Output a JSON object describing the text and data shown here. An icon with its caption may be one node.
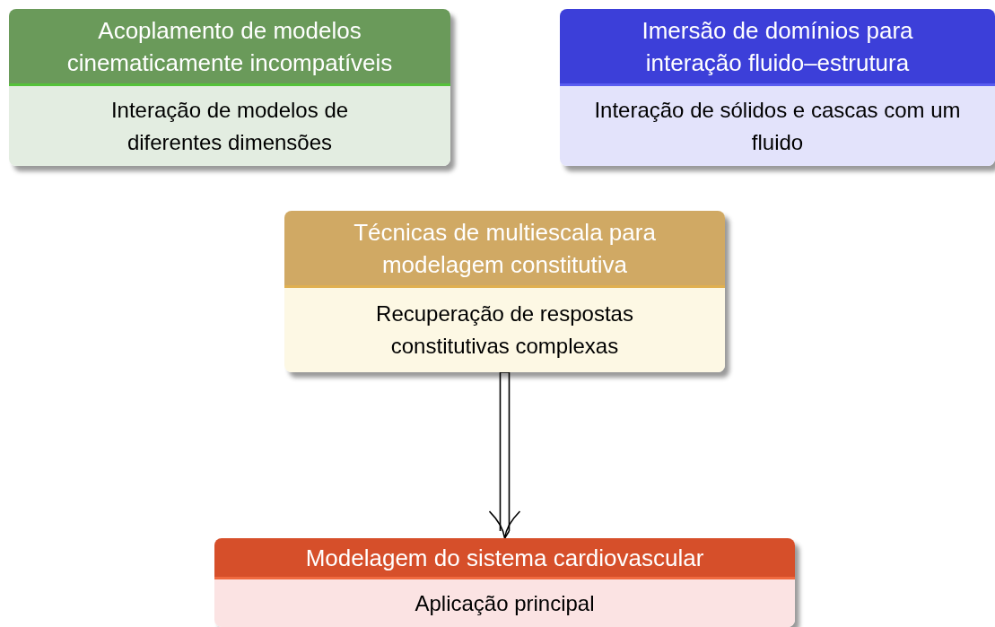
{
  "diagram": {
    "nodes": [
      {
        "text": [
          "Acoplamento de modelos cinematicamente incompatíveis",
          "Interação de modelos de diferentes dimensões"
        ]
      },
      {
        "text": [
          "Imersão de domínios para interação fluido–estrutura",
          "Interação de sólidos e cascas com um fluido"
        ]
      },
      {
        "text": [
          "Técnicas de multiescala para modelagem constitutiva",
          "Recuperação de respostas constitutivas complexas"
        ]
      },
      {
        "text": [
          "Modelagem do sistema cardiovascular",
          "Aplicação principal"
        ]
      }
    ],
    "edges": [
      {
        "from": 2,
        "to": 3,
        "arrow": "to"
      }
    ]
  }
}
